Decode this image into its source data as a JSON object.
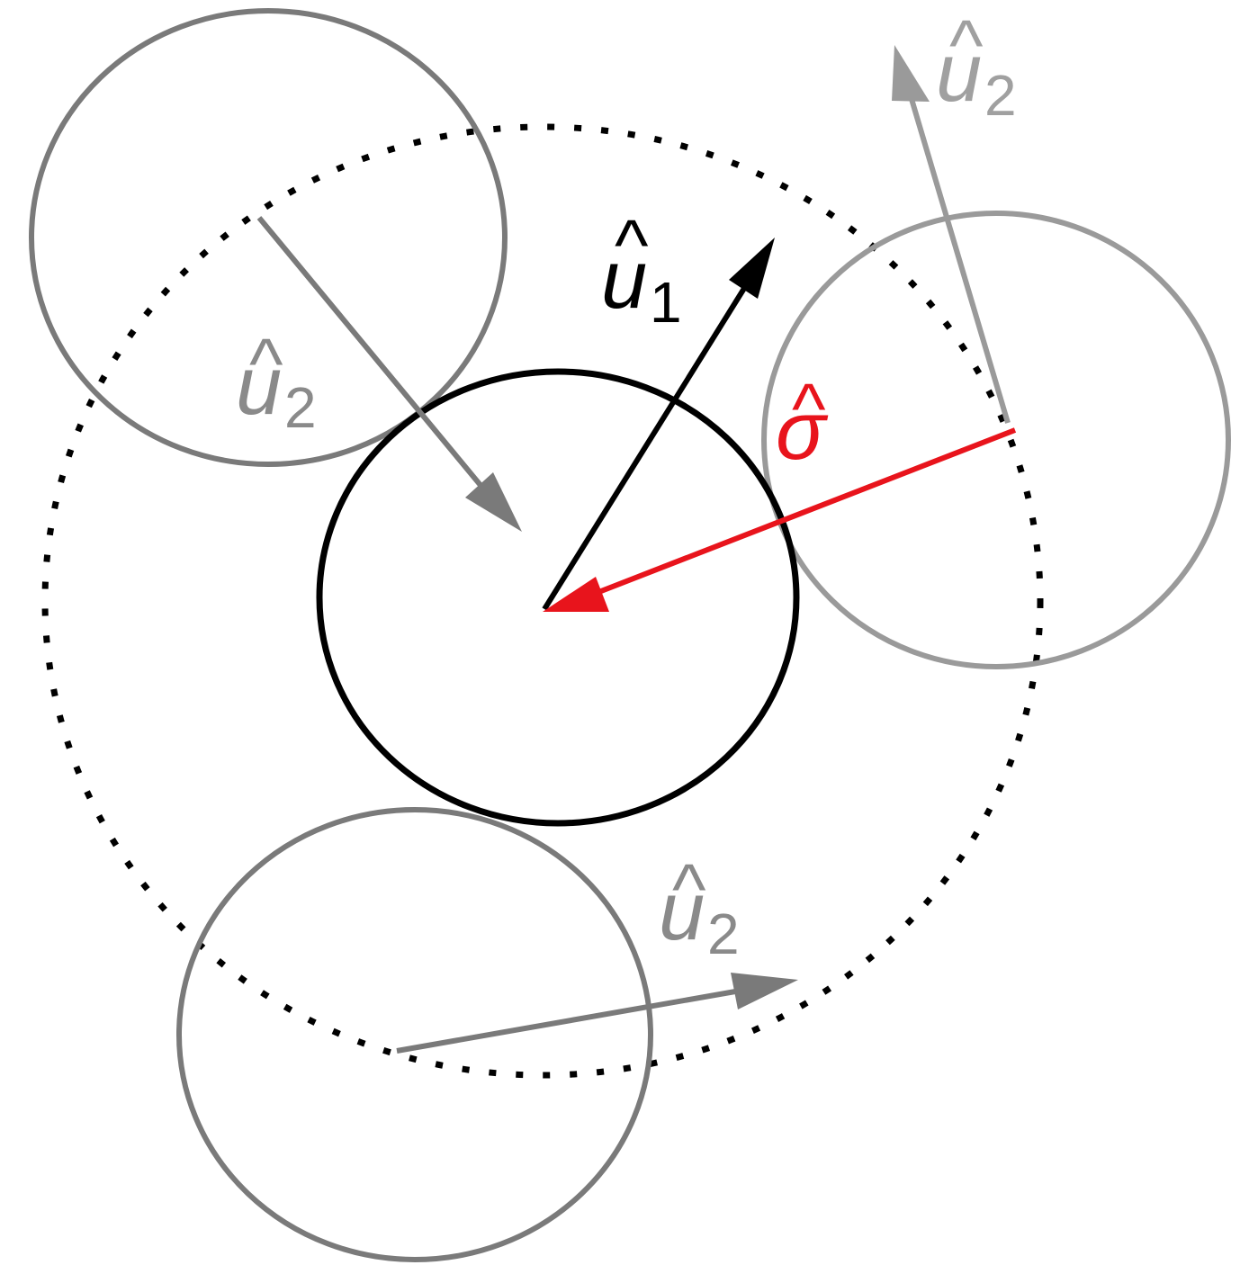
{
  "labels": {
    "u1": {
      "symbol": "u",
      "hat": "^",
      "subscript": "1"
    },
    "u2": {
      "symbol": "u",
      "hat": "^",
      "subscript": "2"
    },
    "sigma": {
      "symbol": "σ",
      "hat": "^"
    }
  },
  "colors": {
    "central_particle": "#000000",
    "neighbor_particle": "#7a7a7a",
    "neighbor_particle_light": "#9a9a9a",
    "dotted_boundary": "#000000",
    "sigma_vector": "#e8141c",
    "background": "#ffffff"
  }
}
